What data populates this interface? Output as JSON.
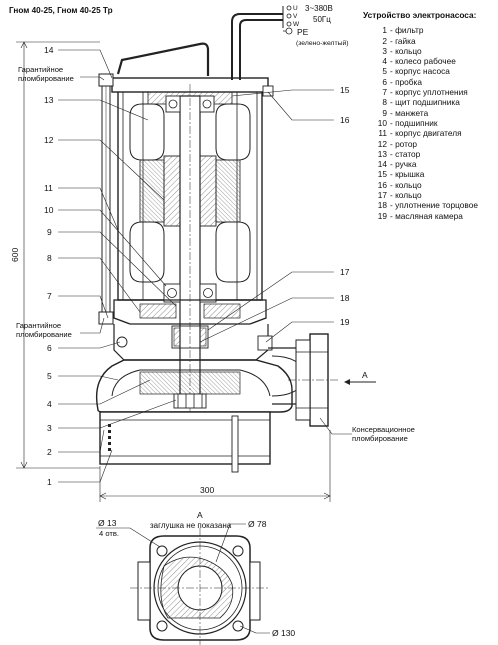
{
  "header": {
    "model": "Гном 40-25, Гном 40-25 Тр"
  },
  "cable_label": {
    "phases": [
      "U",
      "V",
      "W"
    ],
    "voltage": "3~380В",
    "frequency": "50Гц",
    "earth": "PE",
    "earth_note": "(зелено-желтый)"
  },
  "labels": {
    "seal_top": "Гарантийное\nпломбирование",
    "seal_bottom": "Гарантийное\nпломбирование",
    "conservation_seal": "Консервационное\nпломбирование",
    "view_marker": "A"
  },
  "dimensions": {
    "height": "600",
    "width": "300"
  },
  "callouts_left": [
    "14",
    "13",
    "12",
    "11",
    "10",
    "9",
    "8",
    "7",
    "6",
    "5",
    "4",
    "3",
    "2",
    "1"
  ],
  "callouts_right": [
    "15",
    "16",
    "17",
    "18",
    "19"
  ],
  "bottom_view": {
    "title": "A",
    "note": "заглушка не показана",
    "holes_dim": "Ø 13",
    "holes_count": "4 отв.",
    "outer_dim": "Ø 78",
    "bolt_circle_dim": "Ø 130"
  },
  "legend": {
    "title": "Устройство электронасоса:",
    "items": [
      {
        "num": "1",
        "text": "- фильтр"
      },
      {
        "num": "2",
        "text": "- гайка"
      },
      {
        "num": "3",
        "text": "- кольцо"
      },
      {
        "num": "4",
        "text": "- колесо рабочее"
      },
      {
        "num": "5",
        "text": "- корпус насоса"
      },
      {
        "num": "6",
        "text": "- пробка"
      },
      {
        "num": "7",
        "text": "- корпус уплотнения"
      },
      {
        "num": "8",
        "text": "- щит подшипника"
      },
      {
        "num": "9",
        "text": "- манжета"
      },
      {
        "num": "10",
        "text": "- подшипник"
      },
      {
        "num": "11",
        "text": "- корпус двигателя"
      },
      {
        "num": "12",
        "text": "- ротор"
      },
      {
        "num": "13",
        "text": "- статор"
      },
      {
        "num": "14",
        "text": "- ручка"
      },
      {
        "num": "15",
        "text": "- крышка"
      },
      {
        "num": "16",
        "text": "- кольцо"
      },
      {
        "num": "17",
        "text": "- кольцо"
      },
      {
        "num": "18",
        "text": "- уплотнение торцовое"
      },
      {
        "num": "19",
        "text": "- масляная камера"
      }
    ]
  }
}
